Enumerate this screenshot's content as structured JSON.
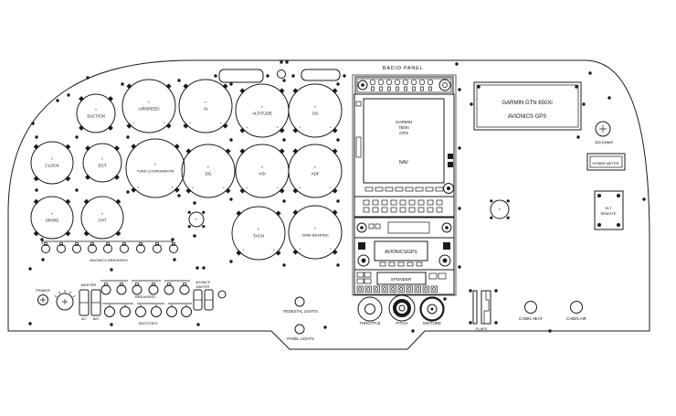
{
  "colors": {
    "line": "#1a1a1a",
    "background": "#ffffff"
  },
  "radio_panel": {
    "title": "RADIO PANEL"
  },
  "gauges": {
    "suction": "SUCTION",
    "airspeed": "AIRSPEED",
    "ai": "AI",
    "altitude": "ALTITUDE",
    "gs": "GS",
    "clock": "CLOCK",
    "egt": "EGT",
    "turn_coordinator": "TURN COORDINATOR",
    "dg": "DG",
    "vsi": "VSI",
    "adf": "ADF",
    "spare": "SPARE",
    "cht": "CHT",
    "tach": "TACH",
    "omni_bearing": "OMNI BEARING"
  },
  "gps_unit": {
    "line1": "GARMIN",
    "line2": "750Xi",
    "line3": "GPS",
    "nav": "NAV"
  },
  "displays": {
    "avionics_gps": "AVIONICS/GPS",
    "xponder": "XPONDER"
  },
  "gtn_box": {
    "line1": "GARMIN  GTN  650Xi",
    "line2": "AVIONICS  GPS"
  },
  "right_side": {
    "power": "12v power",
    "hobbs": "HOBBS METER",
    "elt_line1": "ELT",
    "elt_line2": "REMOTE"
  },
  "controls": {
    "throttle": "THROTTLE",
    "pitch": "PITCH",
    "mixture": "MIXTURE",
    "flaps": "FLAPS",
    "cabin_heat": "CABIN HEAT",
    "cabin_air": "CABIN AIR",
    "pedestal_lights": "PEDESTAL LIGHTS",
    "panel_lights": "PANEL LIGHTS"
  },
  "electrical": {
    "primer": "PRIMER",
    "master": "MASTER",
    "alt": "ALT",
    "bat": "BAT",
    "breakers": "BREAKERS",
    "switches": "SWITCHES",
    "avionics_breakers": "AVIONICS BREAKERS",
    "avionics_master_line1": "AVIONICS",
    "avionics_master_line2": "MASTER"
  }
}
